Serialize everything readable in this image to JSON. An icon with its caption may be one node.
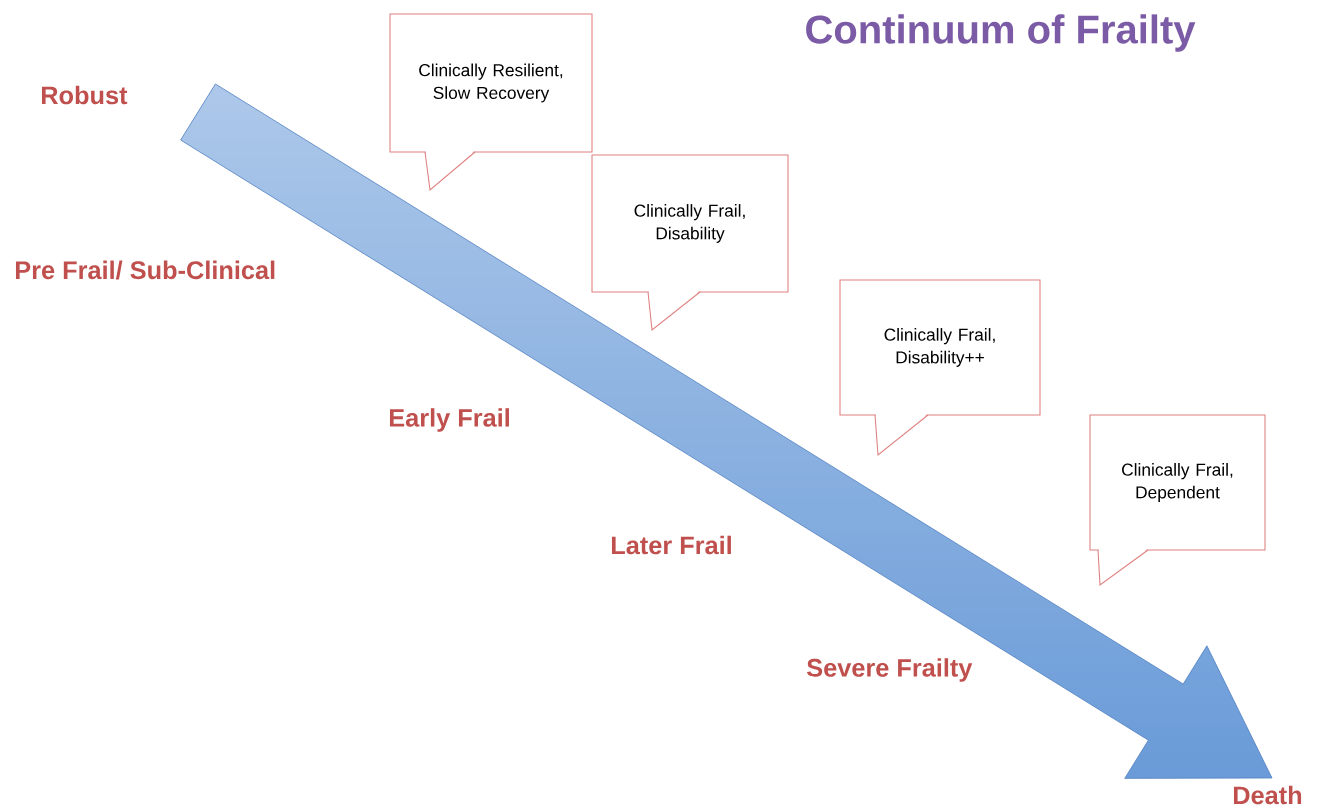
{
  "diagram": {
    "title": "Continuum of Frailty",
    "nodes": [
      {
        "text": [
          "Clinically Resilient, Slow Recovery"
        ]
      },
      {
        "text": [
          "Clinically Frail, Disability"
        ]
      },
      {
        "text": [
          "Clinically Frail, Disability++"
        ]
      },
      {
        "text": [
          "Clinically Frail, Dependent"
        ]
      }
    ],
    "labels": [
      "Robust",
      "Pre Frail/ Sub-Clinical",
      "Early Frail",
      "Later Frail",
      "Severe Frailty",
      "Death"
    ]
  }
}
